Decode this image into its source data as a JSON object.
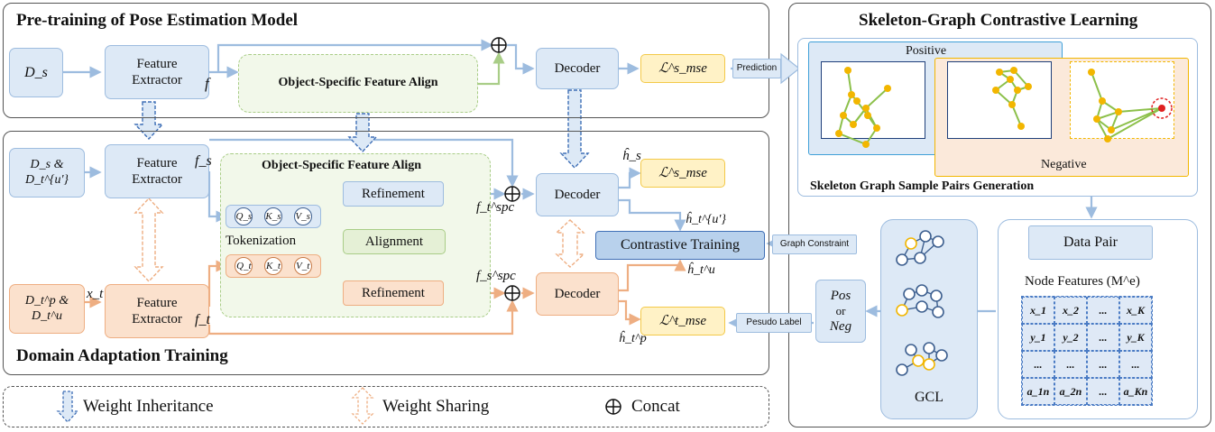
{
  "panels": {
    "pretrain_title": "Pre-training of Pose Estimation Model",
    "domain_title": "Domain Adaptation Training",
    "skeleton_title": "Skeleton-Graph Contrastive Learning"
  },
  "pretrain": {
    "input": "D_s",
    "feature_extractor": "Feature Extractor",
    "f_label": "f",
    "align": "Object-Specific Feature Align",
    "decoder": "Decoder",
    "loss": "ℒ^s_mse",
    "prediction": "Prediction"
  },
  "domain": {
    "source_input": "D_s & D_t^{u'}",
    "target_input": "D_t^p & D_t^u",
    "xt": "x_t",
    "fs": "f_s",
    "ft": "f_t",
    "feature_extractor": "Feature Extractor",
    "align_title": "Object-Specific Feature Align",
    "tokenization": "Tokenization",
    "refinement": "Refinement",
    "alignment": "Alignment",
    "tokens_s": [
      "Q_s",
      "K_s",
      "V_s"
    ],
    "tokens_t": [
      "Q_t",
      "K_t",
      "V_t"
    ],
    "ft_spc": "f_t^spc",
    "fs_spc": "f_s^spc",
    "decoder": "Decoder",
    "hs": "ĥ_s",
    "ht_u_prime": "ĥ_t^{u'}",
    "ht_u": "ĥ_t^u",
    "ht_p": "ĥ_t^p",
    "loss_s": "ℒ^s_mse",
    "loss_t": "ℒ^t_mse",
    "contrastive": "Contrastive Training",
    "graph_constraint": "Graph Constraint",
    "pseudo_label": "Pesudo Label"
  },
  "skeleton": {
    "positive": "Positive",
    "negative": "Negative",
    "pairs_caption": "Skeleton Graph Sample Pairs Generation",
    "data_pair": "Data Pair",
    "node_features": "Node Features (M^e)",
    "gcl": "GCL",
    "pos": "Pos",
    "or": "or",
    "neg": "Neg",
    "table": [
      [
        "x_1",
        "x_2",
        "...",
        "x_K"
      ],
      [
        "y_1",
        "y_2",
        "...",
        "y_K"
      ],
      [
        "...",
        "...",
        "...",
        "..."
      ],
      [
        "a_1n",
        "a_2n",
        "...",
        "a_Kn"
      ]
    ]
  },
  "legend": {
    "inheritance": "Weight Inheritance",
    "sharing": "Weight Sharing",
    "concat": "Concat"
  },
  "colors": {
    "blue_box": "#dde9f6",
    "orange_box": "#fbe1cd",
    "green_box": "#e5f0d6",
    "yellow_box": "#fff2c6",
    "contrastive": "#b8d1ec",
    "blue_line": "#9dbcdf",
    "orange_line": "#eeae82",
    "green_line": "#a9cd87"
  }
}
